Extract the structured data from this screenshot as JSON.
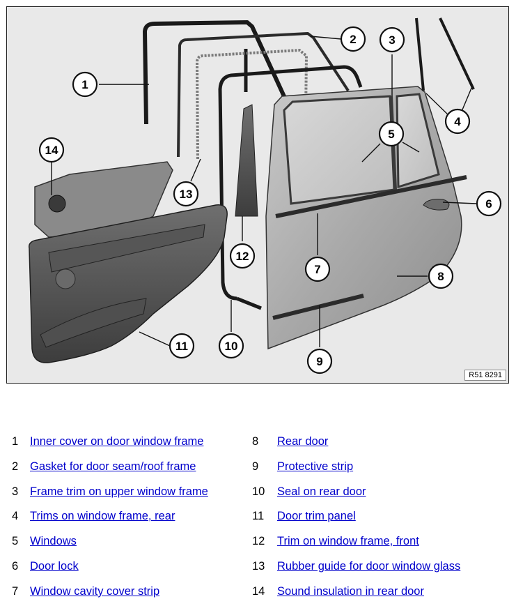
{
  "diagram": {
    "ref_code": "R51 8291",
    "callout_numbers": [
      "1",
      "2",
      "3",
      "4",
      "5",
      "6",
      "7",
      "8",
      "9",
      "10",
      "11",
      "12",
      "13",
      "14"
    ]
  },
  "legend": {
    "left": [
      {
        "num": "1",
        "label": "Inner cover on door window frame"
      },
      {
        "num": "2",
        "label": "Gasket for door seam/roof frame"
      },
      {
        "num": "3",
        "label": "Frame trim on upper window frame"
      },
      {
        "num": "4",
        "label": "Trims on window frame, rear"
      },
      {
        "num": "5",
        "label": "Windows"
      },
      {
        "num": "6",
        "label": "Door lock"
      },
      {
        "num": "7",
        "label": "Window cavity cover strip"
      }
    ],
    "right": [
      {
        "num": "8",
        "label": "Rear door"
      },
      {
        "num": "9",
        "label": "Protective strip"
      },
      {
        "num": "10",
        "label": "Seal on rear door"
      },
      {
        "num": "11",
        "label": "Door trim panel"
      },
      {
        "num": "12",
        "label": "Trim on window frame, front"
      },
      {
        "num": "13",
        "label": "Rubber guide for door window glass"
      },
      {
        "num": "14",
        "label": "Sound insulation in rear door"
      }
    ]
  }
}
